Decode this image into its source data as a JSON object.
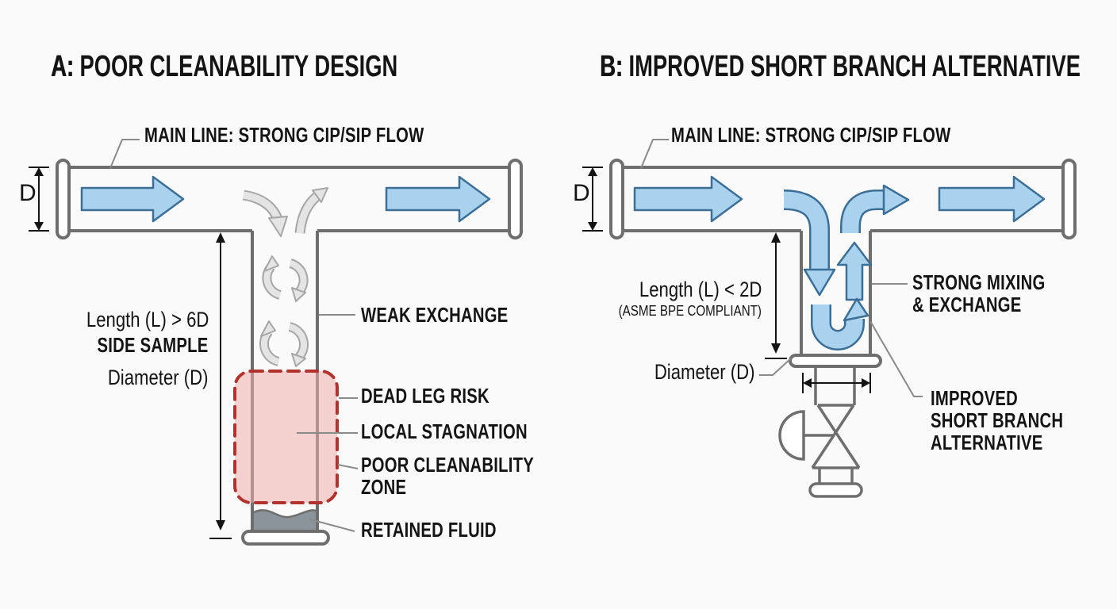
{
  "colors": {
    "background": "#fafafa",
    "text": "#141414",
    "pipe": "#6e6e6e",
    "flow_blue_fill": "#a9d2ee",
    "flow_blue_stroke": "#3c6e96",
    "weak_gray_fill": "#e4e4e4",
    "weak_gray_stroke": "#a6a6a6",
    "zone_fill": "#eeadab",
    "zone_border": "#b2332d",
    "fluid": "#8b949b",
    "leader": "#8a8a8a",
    "dimension": "#141414"
  },
  "panel_a": {
    "title_prefix": "A:",
    "title": "POOR CLEANABILITY DESIGN",
    "main_line_label": "MAIN LINE: STRONG CIP/SIP FLOW",
    "diameter_short_label": "D",
    "length_label": "Length (L) > 6D",
    "sample_label": "SIDE SAMPLE",
    "diameter_label": "Diameter (D)",
    "callouts": {
      "weak_exchange": "WEAK EXCHANGE",
      "dead_leg_risk": "DEAD LEG RISK",
      "local_stagnation": "LOCAL STAGNATION",
      "poor_cleanability_line1": "POOR CLEANABILITY",
      "poor_cleanability_line2": "ZONE",
      "retained_fluid": "RETAINED FLUID"
    }
  },
  "panel_b": {
    "title_prefix": "B:",
    "title": "IMPROVED SHORT BRANCH ALTERNATIVE",
    "main_line_label": "MAIN LINE: STRONG CIP/SIP FLOW",
    "diameter_short_label": "D",
    "length_label": "Length (L) < 2D",
    "compliance_label": "(ASME BPE COMPLIANT)",
    "diameter_label": "Diameter (D)",
    "callouts": {
      "strong_mixing_line1": "STRONG MIXING",
      "strong_mixing_line2": "& EXCHANGE",
      "improved_line1": "IMPROVED",
      "improved_line2": "SHORT BRANCH",
      "improved_line3": "ALTERNATIVE"
    }
  }
}
